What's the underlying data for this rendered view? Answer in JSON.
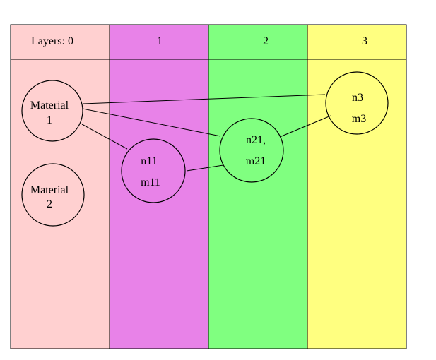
{
  "columns": [
    {
      "id": "layer-0",
      "header": "Layers: 0",
      "color": "#ffd0d0"
    },
    {
      "id": "layer-1",
      "header": "1",
      "color": "#e882e8"
    },
    {
      "id": "layer-2",
      "header": "2",
      "color": "#80ff80"
    },
    {
      "id": "layer-3",
      "header": "3",
      "color": "#ffff80"
    }
  ],
  "nodes": {
    "material1": {
      "line1": "Material",
      "line2": "1"
    },
    "material2": {
      "line1": "Material",
      "line2": "2"
    },
    "n11": {
      "line1": "n11",
      "line2": "m11"
    },
    "n21": {
      "line1": "n21,",
      "line2": "m21"
    },
    "n3": {
      "line1": "n3",
      "line2": "m3"
    }
  },
  "edges": [
    {
      "from": "material1",
      "to": "n3"
    },
    {
      "from": "material1",
      "to": "n21"
    },
    {
      "from": "material1",
      "to": "n11"
    },
    {
      "from": "n11",
      "to": "n21"
    },
    {
      "from": "n21",
      "to": "n3"
    }
  ]
}
